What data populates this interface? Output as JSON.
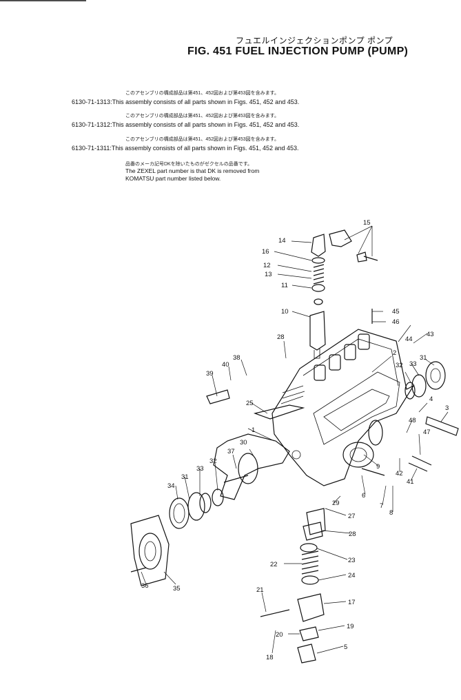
{
  "header": {
    "title_jp": "フュエルインジェクションポンプ ポンプ",
    "title": "FIG. 451 FUEL INJECTION PUMP (PUMP)"
  },
  "notes": [
    {
      "jp": "このアセンブリの構成部品は第451、452図および第453図を含みます。",
      "part_no": "6130-71-1313",
      "text": "This assembly consists of all parts shown in Figs. 451, 452 and 453."
    },
    {
      "jp": "このアセンブリの構成部品は第451、452図および第453図を含みます。",
      "part_no": "6130-71-1312",
      "text": "This assembly consists of all parts shown in Figs. 451, 452 and 453."
    },
    {
      "jp": "このアセンブリの構成部品は第451、452図および第453図を含みます。",
      "part_no": "6130-71-1311",
      "text": "This assembly consists of all parts shown in Figs. 451, 452 and 453."
    }
  ],
  "zexel_note": {
    "jp": "品番のメーカ記号DKを除いたものがゼクセルの品番です。",
    "line1": "The ZEXEL part number is that DK is removed from",
    "line2": "KOMATSU part number listed below."
  },
  "callouts": [
    "15",
    "14",
    "16",
    "12",
    "13",
    "11",
    "10",
    "45",
    "46",
    "44",
    "43",
    "28",
    "38",
    "40",
    "39",
    "31",
    "33",
    "32",
    "2",
    "25",
    "4",
    "3",
    "48",
    "47",
    "1",
    "37",
    "30",
    "9",
    "32",
    "33",
    "31",
    "34",
    "42",
    "41",
    "6",
    "7",
    "8",
    "29",
    "27",
    "28",
    "23",
    "22",
    "24",
    "35",
    "36",
    "21",
    "17",
    "19",
    "20",
    "5",
    "18"
  ]
}
